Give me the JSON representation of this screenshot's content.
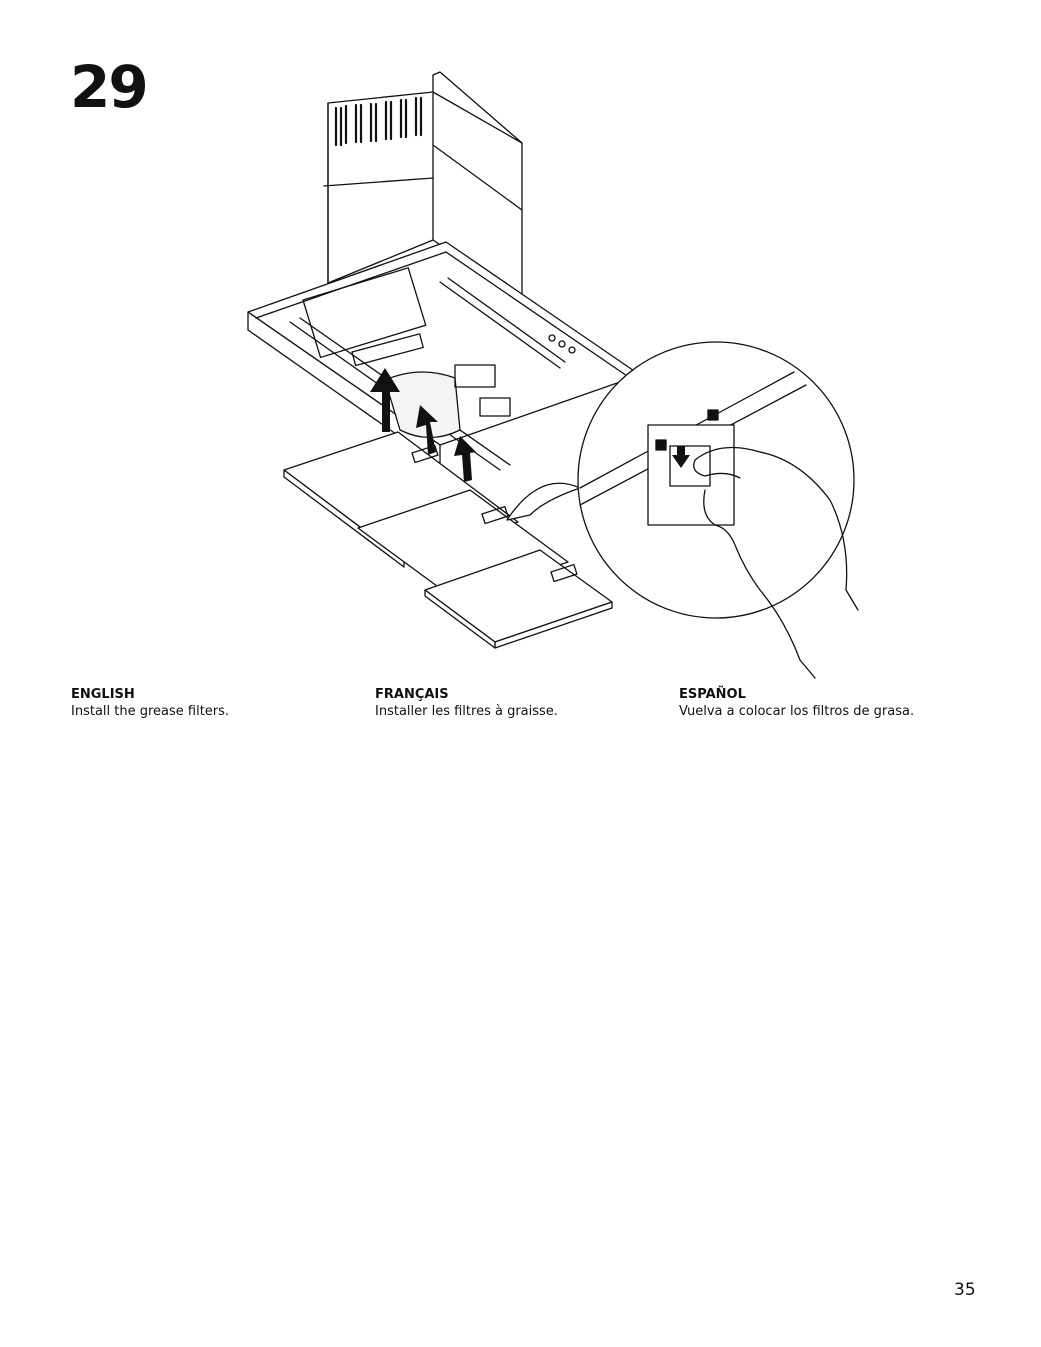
{
  "step": {
    "number": "29"
  },
  "illustration": {
    "icon": "range-hood-grease-filter-install-illustration"
  },
  "instructions": [
    {
      "language": "ENGLISH",
      "text": "Install the grease filters."
    },
    {
      "language": "FRANÇAIS",
      "text": "Installer les filtres à graisse."
    },
    {
      "language": "ESPAÑOL",
      "text": "Vuelva a colocar los filtros de grasa."
    }
  ],
  "footer": {
    "page_number": "35"
  }
}
